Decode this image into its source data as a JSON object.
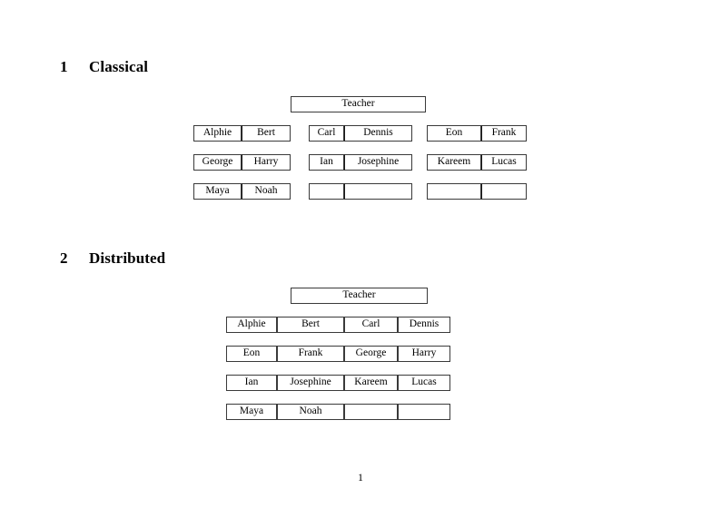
{
  "document": {
    "page_number": "1"
  },
  "sections": [
    {
      "number": "1",
      "title": "Classical",
      "teacher_label": "Teacher",
      "groups": [
        {
          "rows": [
            [
              "Alphie",
              "Bert"
            ],
            [
              "George",
              "Harry"
            ],
            [
              "Maya",
              "Noah"
            ]
          ]
        },
        {
          "rows": [
            [
              "Carl",
              "Dennis"
            ],
            [
              "Ian",
              "Josephine"
            ],
            [
              "",
              ""
            ]
          ]
        },
        {
          "rows": [
            [
              "Eon",
              "Frank"
            ],
            [
              "Kareem",
              "Lucas"
            ],
            [
              "",
              ""
            ]
          ]
        }
      ]
    },
    {
      "number": "2",
      "title": "Distributed",
      "teacher_label": "Teacher",
      "rows": [
        [
          "Alphie",
          "Bert",
          "Carl",
          "Dennis"
        ],
        [
          "Eon",
          "Frank",
          "George",
          "Harry"
        ],
        [
          "Ian",
          "Josephine",
          "Kareem",
          "Lucas"
        ],
        [
          "Maya",
          "Noah",
          "",
          ""
        ]
      ]
    }
  ]
}
